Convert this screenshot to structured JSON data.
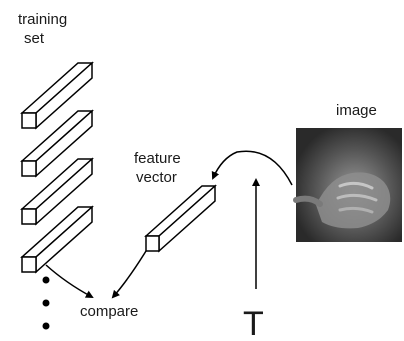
{
  "labels": {
    "training_set_line1": "training",
    "training_set_line2": "set",
    "feature_vector_line1": "feature",
    "feature_vector_line2": "vector",
    "image": "image",
    "compare": "compare",
    "transform": "T"
  },
  "training_set": {
    "vector_count": 4,
    "continues": true
  },
  "colors": {
    "stroke": "#000000",
    "text": "#1a1a1a",
    "photo_dark": "#2e2e2e",
    "photo_hand": "#8a8a8a"
  }
}
